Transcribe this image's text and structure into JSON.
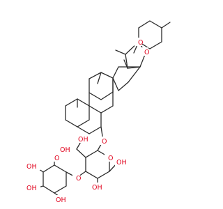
{
  "diagram": {
    "type": "skeletal-structure",
    "labels": {
      "o_thp_ring": "O",
      "o_spiro_ring": "O",
      "o_glycosidic_aglycone": "O",
      "o_hexose_ring": "O",
      "o_interglycosidic": "O",
      "o_pentose_ring": "O",
      "oh_hydroxymethyl": "OH",
      "oh_hexose_c2": "OH",
      "oh_hexose_c3": "OH",
      "oh_pentose_a": "OH",
      "oh_pentose_b": "OH",
      "oh_pentose_c": "OH",
      "oh_pentose_d": "OH",
      "me_thp": "CH3",
      "me_spiro": "CH3",
      "me_c13": "CH3",
      "me_c10": "CH3"
    },
    "colors": {
      "bond": "#2b2b2b",
      "oxygen": "#e0001b",
      "background": "#ffffff"
    }
  }
}
